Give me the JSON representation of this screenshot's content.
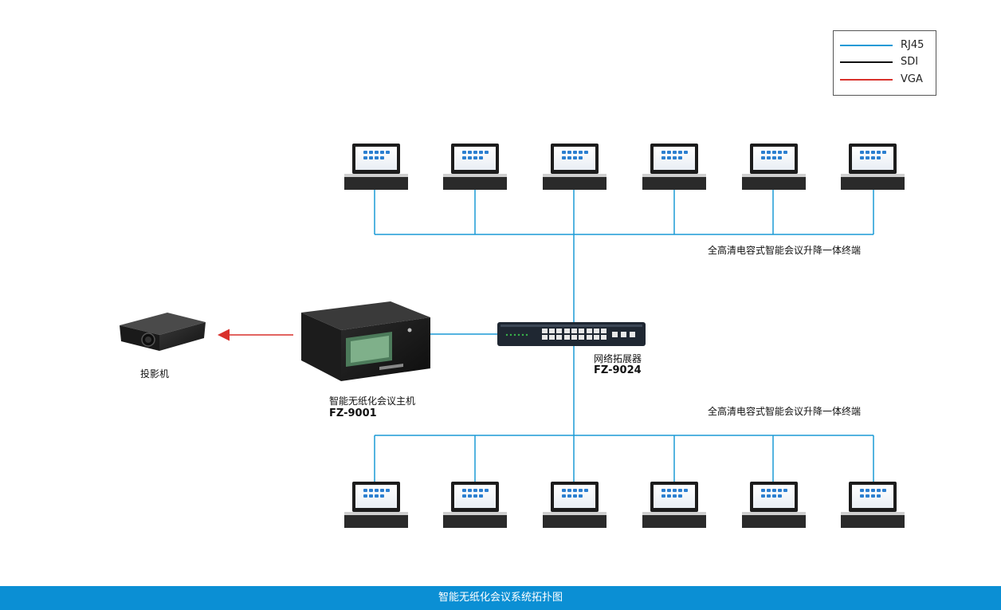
{
  "legend": {
    "items": [
      {
        "label": "RJ45",
        "color": "#1b9ad6"
      },
      {
        "label": "SDI",
        "color": "#111111"
      },
      {
        "label": "VGA",
        "color": "#d9312b"
      }
    ]
  },
  "terminals_top": {
    "label": "全高清电容式智能会议升降一体终端",
    "count": 6
  },
  "terminals_bottom": {
    "label": "全高清电容式智能会议升降一体终端",
    "count": 6
  },
  "switch": {
    "name": "网络拓展器",
    "model": "FZ-9024"
  },
  "host": {
    "name": "智能无纸化会议主机",
    "model": "FZ-9001"
  },
  "projector": {
    "name": "投影机"
  },
  "footer": {
    "title": "智能无纸化会议系统拓扑图"
  }
}
